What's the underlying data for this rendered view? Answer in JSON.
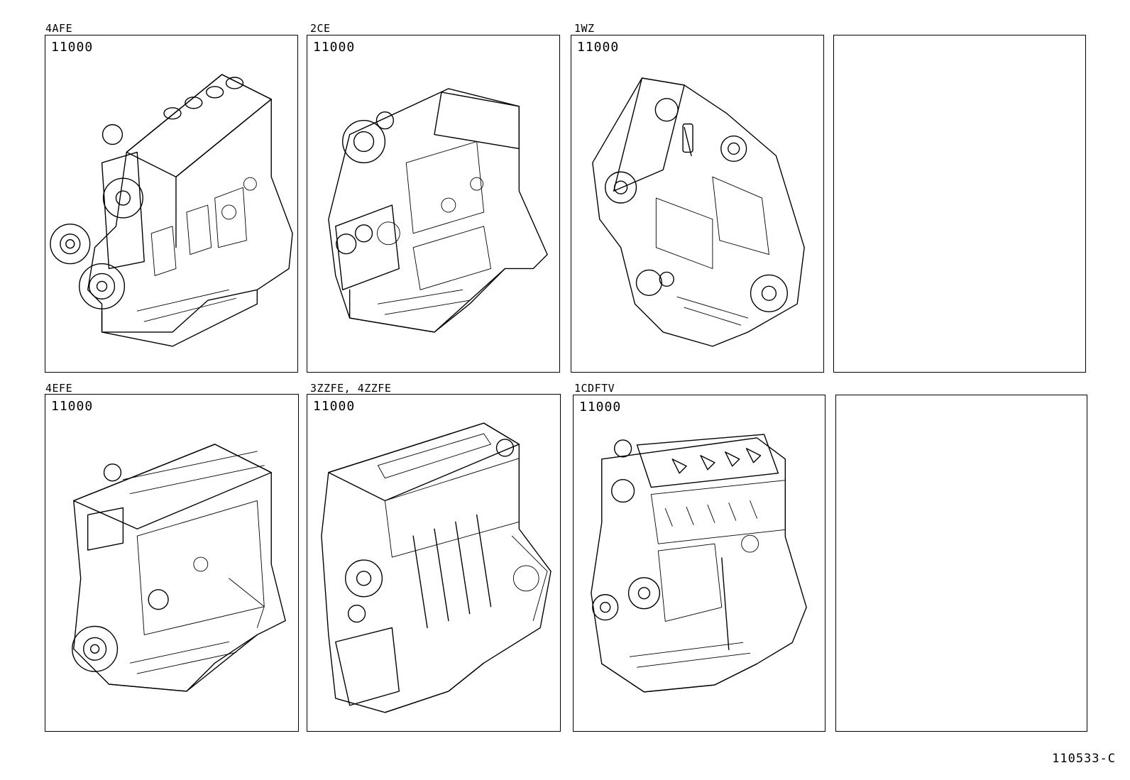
{
  "panels": [
    {
      "title": "4AFE",
      "part": "11000",
      "image": "engine-4afe-illustration"
    },
    {
      "title": "2CE",
      "part": "11000",
      "image": "engine-2ce-illustration"
    },
    {
      "title": "1WZ",
      "part": "11000",
      "image": "engine-1wz-illustration"
    },
    {
      "title": "",
      "part": "",
      "image": ""
    },
    {
      "title": "4EFE",
      "part": "11000",
      "image": "engine-4efe-illustration"
    },
    {
      "title": "3ZZFE, 4ZZFE",
      "part": "11000",
      "image": "engine-3zzfe-4zzfe-illustration"
    },
    {
      "title": "1CDFTV",
      "part": "11000",
      "image": "engine-1cdftv-illustration"
    },
    {
      "title": "",
      "part": "",
      "image": ""
    }
  ],
  "reference_code": "110533-C"
}
